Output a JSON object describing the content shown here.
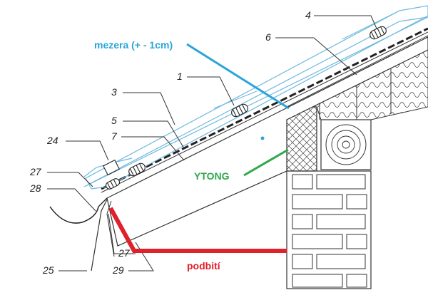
{
  "colors": {
    "annotation_blue": "#2aa5d9",
    "annotation_green": "#2fa84a",
    "annotation_red": "#e0202a",
    "drawing_line": "#333333",
    "tile_line": "#6fb9de"
  },
  "annotations": {
    "gap": "mezera (+ - 1cm)",
    "block": "YTONG",
    "soffit": "podbití"
  },
  "labels": {
    "n4": "4",
    "n6": "6",
    "n1": "1",
    "n3": "3",
    "n5": "5",
    "n7": "7",
    "n24": "24",
    "n27a": "27",
    "n28": "28",
    "n27b": "27",
    "n25": "25",
    "n29": "29"
  }
}
